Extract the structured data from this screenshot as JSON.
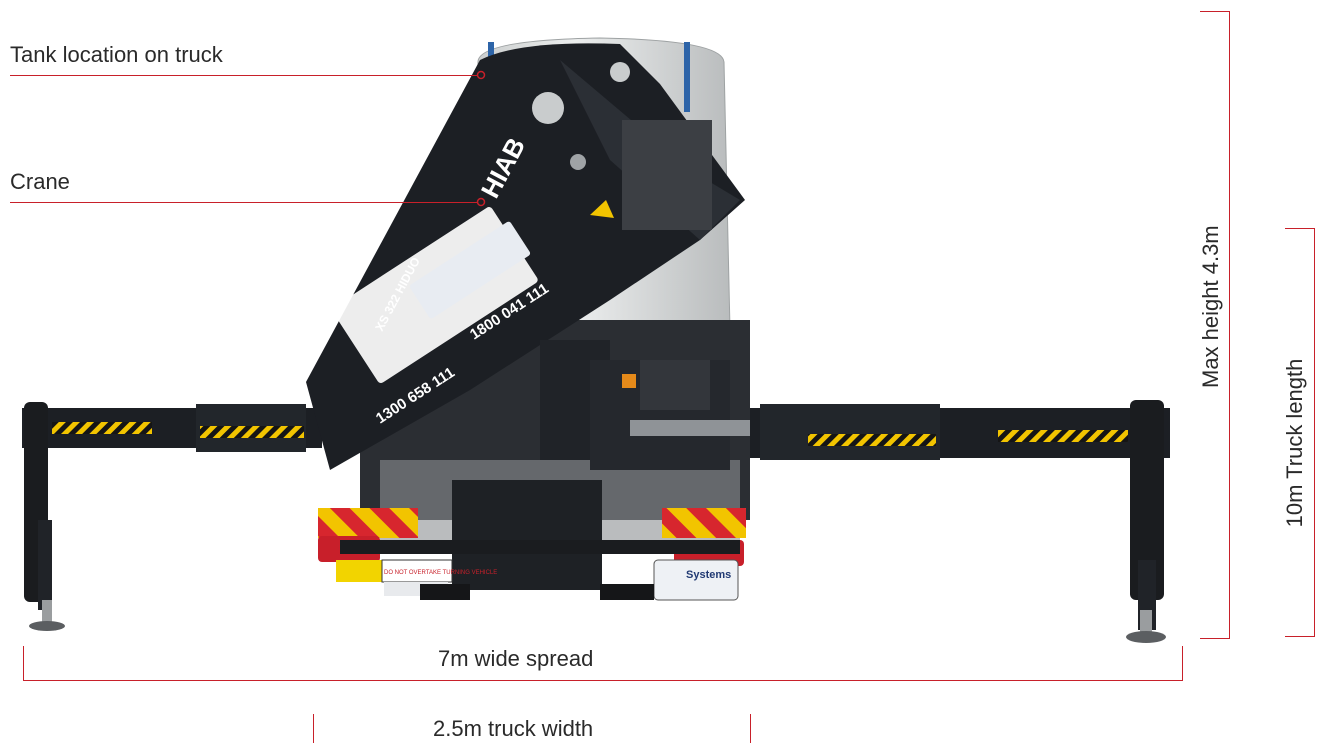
{
  "annotations": {
    "tank_location": "Tank location on truck",
    "crane": "Crane",
    "max_height": "Max height 4.3m",
    "truck_length": "10m Truck length",
    "spread": "7m wide spread",
    "truck_width": "2.5m truck width"
  },
  "vehicle_text": {
    "brand": "HIAB",
    "model": "XS 322 HIDUO",
    "phone_1": "1300 658 111",
    "phone_2": "1800 041 111",
    "sticker": "DO NOT OVERTAKE TURNING VEHICLE",
    "plate_brand": "Systems"
  },
  "colors": {
    "annotation_line": "#c8202a",
    "text": "#2a2a2a",
    "crane_body": "#1c1f24",
    "hazard_yellow": "#f2c400",
    "hazard_red": "#d7262e",
    "tank": "#d9dcdc"
  }
}
